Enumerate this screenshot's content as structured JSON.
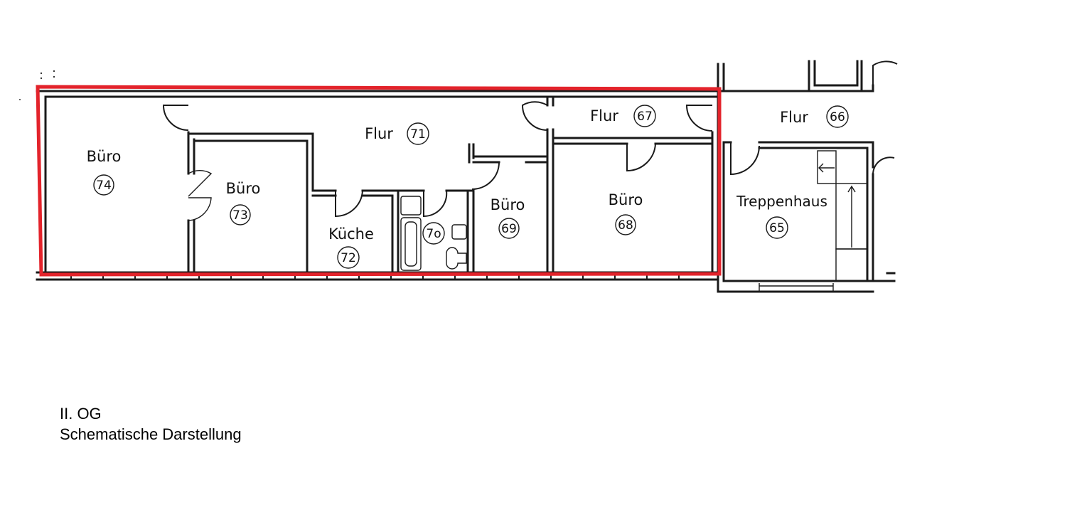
{
  "rooms": [
    {
      "label": "Büro",
      "number": "74"
    },
    {
      "label": "Büro",
      "number": "73"
    },
    {
      "label": "Flur",
      "number": "71"
    },
    {
      "label": "Küche",
      "number": "72"
    },
    {
      "label": "",
      "number": "7o"
    },
    {
      "label": "Büro",
      "number": "69"
    },
    {
      "label": "Flur",
      "number": "67"
    },
    {
      "label": "Büro",
      "number": "68"
    },
    {
      "label": "Flur",
      "number": "66"
    },
    {
      "label": "Treppenhaus",
      "number": "65"
    }
  ],
  "caption": {
    "line1": "II. OG",
    "line2": "Schematische Darstellung"
  },
  "colors": {
    "highlight": "#e3232b",
    "wall": "#1a1a1a"
  }
}
